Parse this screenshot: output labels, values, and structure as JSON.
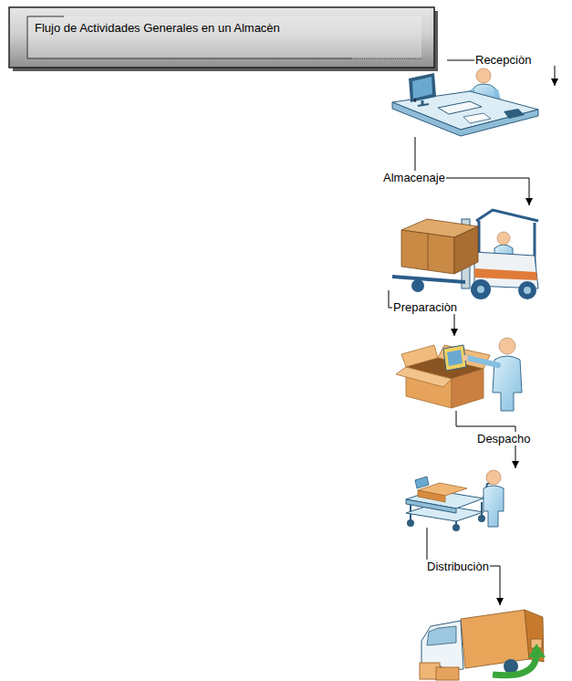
{
  "diagram": {
    "title": "Flujo de Actividades Generales en un Almacèn",
    "nodes": [
      {
        "text": [
          "Recepciòn"
        ]
      },
      {
        "text": [
          "Almacenaje"
        ]
      },
      {
        "text": [
          "Preparaciòn"
        ]
      },
      {
        "text": [
          "Despacho"
        ]
      },
      {
        "text": [
          "Distribuciòn"
        ]
      }
    ],
    "edges": [
      {
        "from": 0,
        "to": 1,
        "arrow": "to"
      },
      {
        "from": 1,
        "to": 2,
        "arrow": "to"
      },
      {
        "from": 2,
        "to": 3,
        "arrow": "to"
      },
      {
        "from": 3,
        "to": 4,
        "arrow": "to"
      }
    ]
  }
}
